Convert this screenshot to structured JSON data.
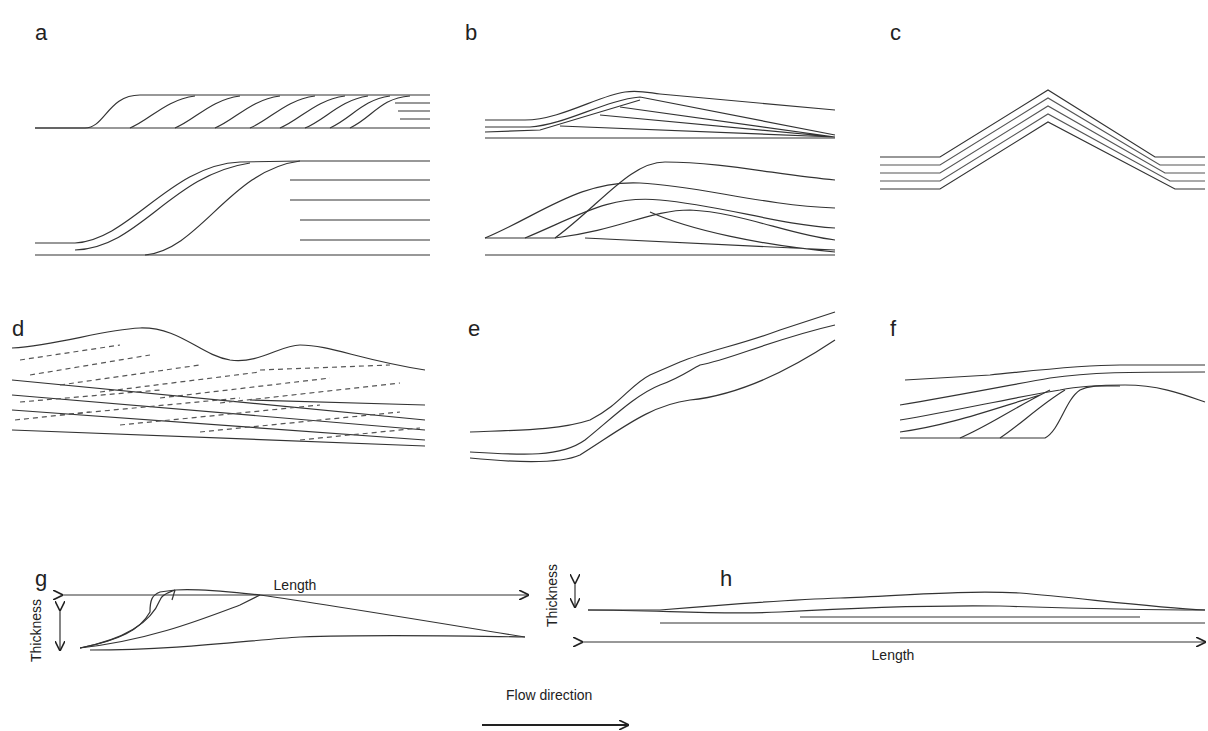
{
  "diagram": {
    "labels": [
      "a",
      "b",
      "c",
      "d",
      "e",
      "f",
      "g",
      "Length",
      "Thickness",
      "h",
      "Thickness",
      "Length",
      "Flow direction"
    ]
  }
}
